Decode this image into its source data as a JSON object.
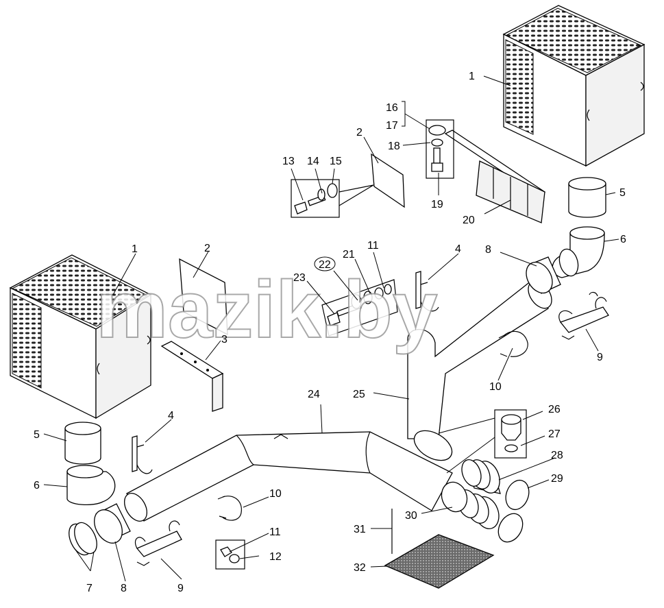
{
  "watermark": "mazik.by",
  "labels": [
    "1",
    "1",
    "2",
    "2",
    "3",
    "4",
    "4",
    "5",
    "5",
    "6",
    "6",
    "7",
    "8",
    "8",
    "9",
    "9",
    "10",
    "10",
    "11",
    "11",
    "12",
    "13",
    "14",
    "15",
    "16",
    "17",
    "18",
    "19",
    "20",
    "21",
    "22",
    "23",
    "24",
    "25",
    "26",
    "27",
    "28",
    "29",
    "30",
    "31",
    "32"
  ]
}
